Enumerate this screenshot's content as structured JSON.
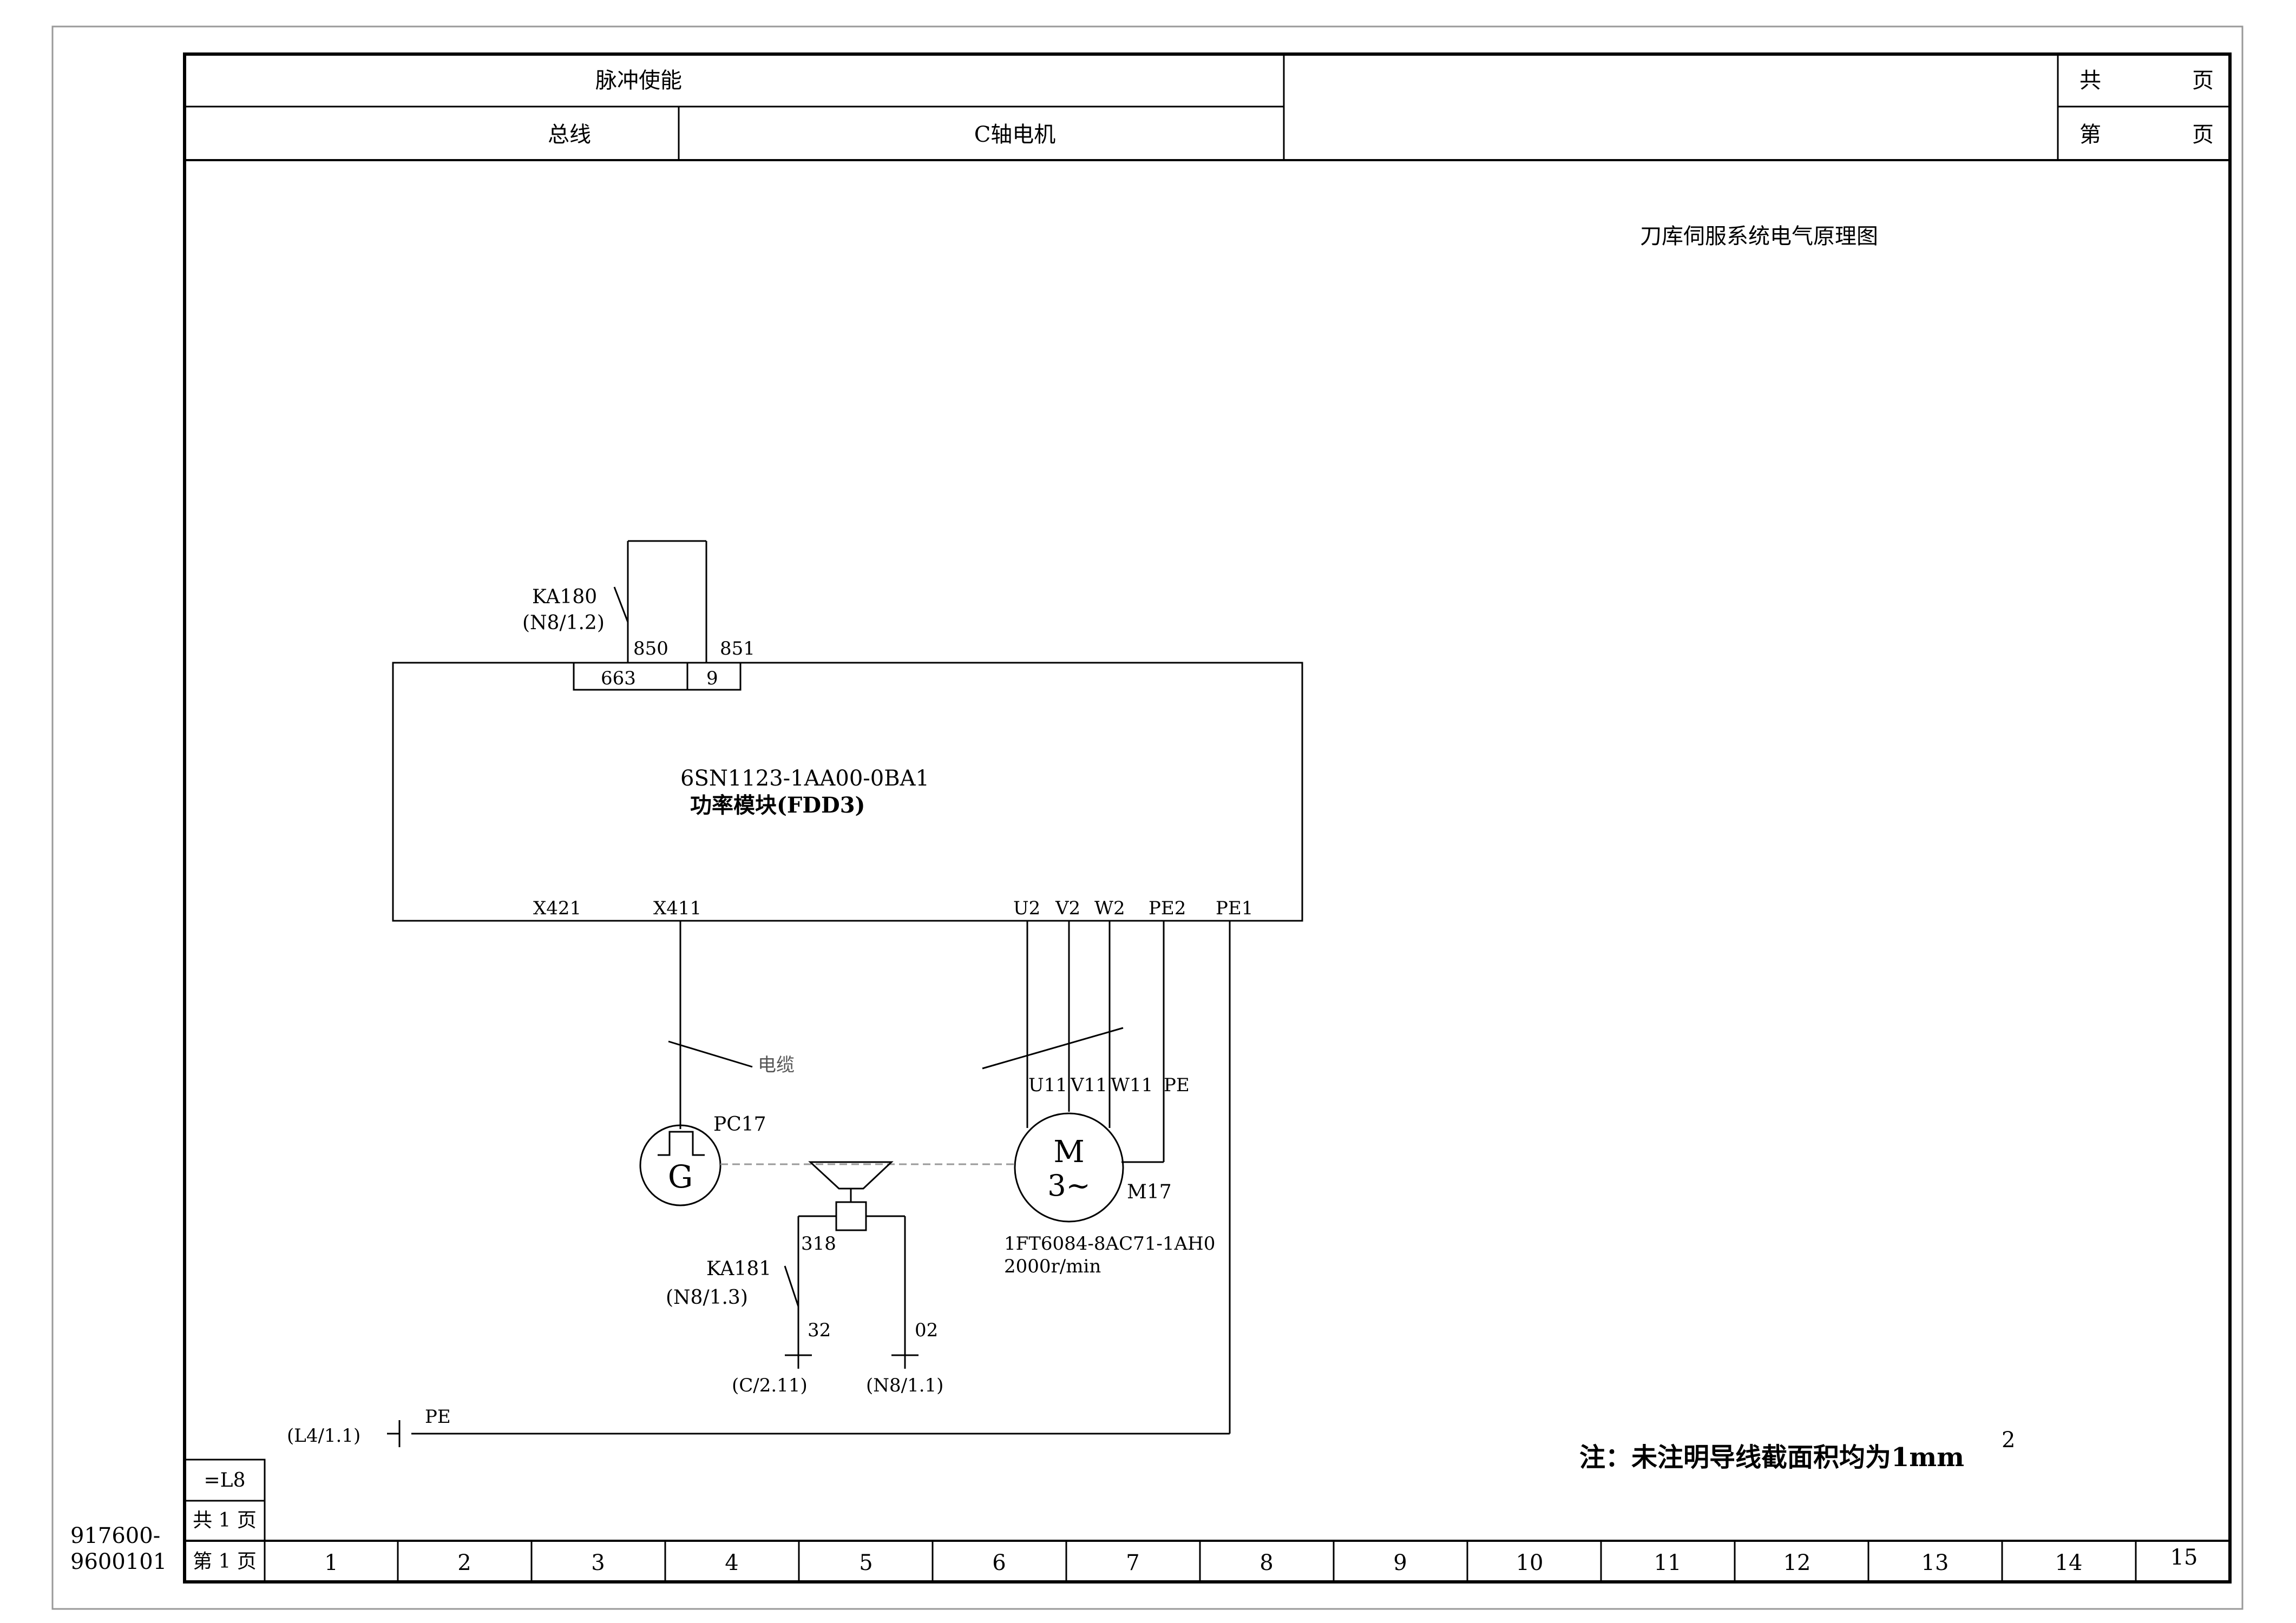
{
  "title_block": {
    "pulse_enable": "脉冲使能",
    "bus": "总线",
    "c_axis_motor": "C轴电机",
    "total_label": "共",
    "total_unit": "页",
    "page_label": "第",
    "page_unit": "页"
  },
  "drawing_title": "刀库伺服系统电气原理图",
  "contactor_ka180": {
    "name": "KA180",
    "ref": "(N8/1.2)",
    "wire_a": "850",
    "wire_b": "851"
  },
  "module": {
    "terminal_a": "663",
    "terminal_b": "9",
    "part_number": "6SN1123-1AA00-0BA1",
    "name": "功率模块(FDD3)",
    "ports": [
      "X421",
      "X411",
      "U2",
      "V2",
      "W2",
      "PE2",
      "PE1"
    ]
  },
  "cable_label": "电缆",
  "motor_leads": [
    "U11",
    "V11",
    "W11",
    "PE"
  ],
  "encoder": {
    "name": "PC17",
    "symbol": "G"
  },
  "motor": {
    "name": "M17",
    "symbol_top": "M",
    "symbol_bottom": "3~",
    "model": "1FT6084-8AC71-1AH0",
    "speed": "2000r/min"
  },
  "brake": {
    "wire": "318"
  },
  "contactor_ka181": {
    "name": "KA181",
    "ref": "(N8/1.3)",
    "wire_left": "32",
    "wire_right": "02",
    "ref_left": "(C/2.11)",
    "ref_right": "(N8/1.1)"
  },
  "pe_line": {
    "ref": "(L4/1.1)",
    "label": "PE"
  },
  "note": "注：未注明导线截面积均为1mm",
  "note_sup": "2",
  "left_box": {
    "code": "=L8",
    "total": "共 1 页",
    "page": "第 1 页"
  },
  "drawing_number_1": "917600-",
  "drawing_number_2": "9600101",
  "columns": [
    "1",
    "2",
    "3",
    "4",
    "5",
    "6",
    "7",
    "8",
    "9",
    "10",
    "11",
    "12",
    "13",
    "14",
    "15"
  ]
}
